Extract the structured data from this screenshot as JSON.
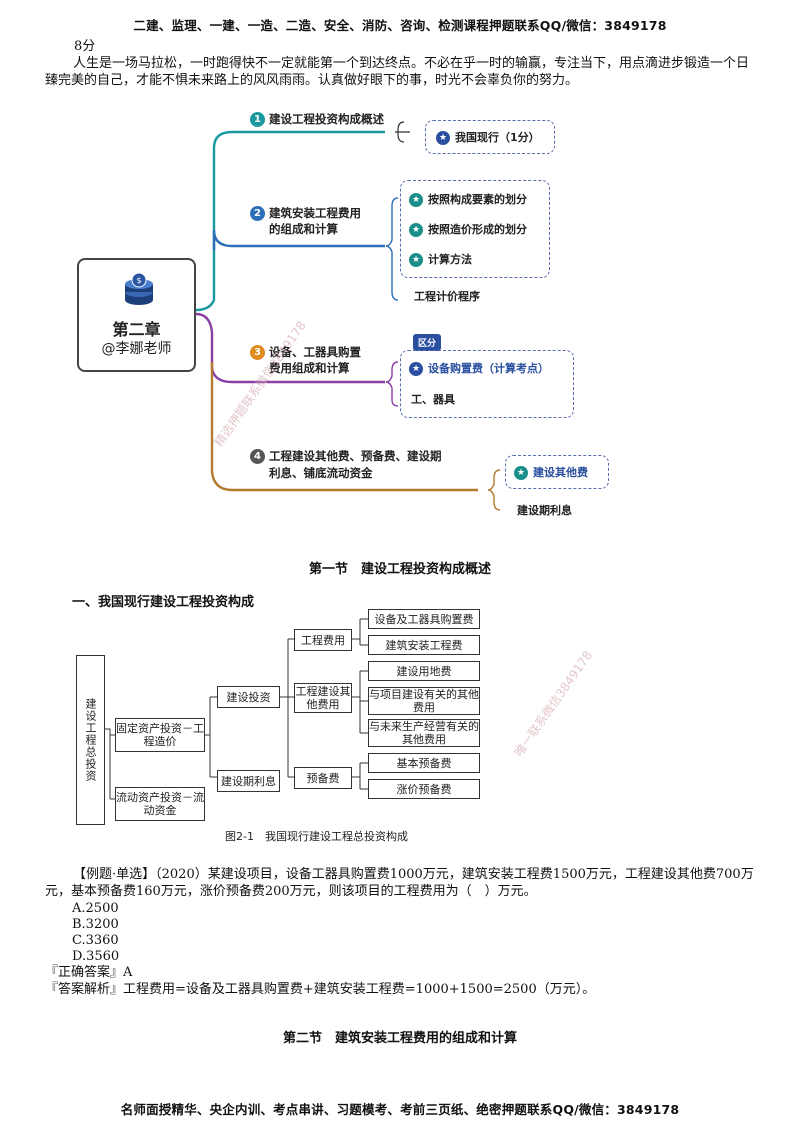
{
  "header": {
    "text": "二建、监理、一建、一造、二造、安全、消防、咨询、检测课程押题联系QQ/微信：3849178"
  },
  "intro": {
    "score": "8分",
    "motto": "人生是一场马拉松，一时跑得快不一定就能第一个到达终点。不必在乎一时的输赢，专注当下，用点滴进步锻造一个日臻完美的自己，才能不惧未来路上的风风雨雨。认真做好眼下的事，时光不会辜负你的努力。"
  },
  "mindmap": {
    "center": {
      "title": "第二章",
      "author": "@李娜老师"
    },
    "branches": [
      {
        "num": "1",
        "title": "建设工程投资构成概述",
        "color": "#1a9aa0",
        "items": [
          "我国现行（1分）"
        ]
      },
      {
        "num": "2",
        "title_line1": "建筑安装工程费用",
        "title_line2": "的组成和计算",
        "color": "#2d6fb7",
        "items": [
          "按照构成要素的划分",
          "按照造价形成的划分",
          "计算方法"
        ],
        "extra": "工程计价程序"
      },
      {
        "num": "3",
        "title_line1": "设备、工器具购置",
        "title_line2": "费用组成和计算",
        "color": "#8a3fa6",
        "badge": "区分",
        "items": [
          "设备购置费（计算考点）"
        ],
        "extra": "工、器具"
      },
      {
        "num": "4",
        "title_line1": "工程建设其他费、预备费、建设期",
        "title_line2": "利息、铺底流动资金",
        "color": "#b27a2e",
        "items": [
          "建设其他费"
        ],
        "extra": "建设期利息"
      }
    ]
  },
  "section1": {
    "title": "第一节　建设工程投资构成概述"
  },
  "subheading1": "一、我国现行建设工程投资构成",
  "tree": {
    "root": "建设工程总投资",
    "level1": [
      "固定资产投资－工程造价",
      "流动资产投资－流动资金"
    ],
    "level2": [
      "建设投资",
      "建设期利息"
    ],
    "level3": [
      "工程费用",
      "工程建设其他费用",
      "预备费"
    ],
    "level4": [
      "设备及工器具购置费",
      "建筑安装工程费",
      "建设用地费",
      "与项目建设有关的其他费用",
      "与未来生产经营有关的其他费用",
      "基本预备费",
      "涨价预备费"
    ],
    "caption": "图2-1　我国现行建设工程总投资构成"
  },
  "question": {
    "stem": "【例题·单选】（2020）某建设项目，设备工器具购置费1000万元，建筑安装工程费1500万元，工程建设其他费700万元，基本预备费160万元，涨价预备费200万元，则该项目的工程费用为（　）万元。",
    "options": [
      "A.2500",
      "B.3200",
      "C.3360",
      "D.3560"
    ],
    "answer": "『正确答案』A",
    "analysis": "『答案解析』工程费用=设备及工器具购置费+建筑安装工程费=1000+1500=2500（万元）。"
  },
  "section2": {
    "title": "第二节　建筑安装工程费用的组成和计算"
  },
  "watermarks": [
    "精选押题联系微信3849178",
    "唯一联系微信3849178"
  ],
  "footer": {
    "text": "名师面授精华、央企内训、考点串讲、习题模考、考前三页纸、绝密押题联系QQ/微信：3849178"
  }
}
